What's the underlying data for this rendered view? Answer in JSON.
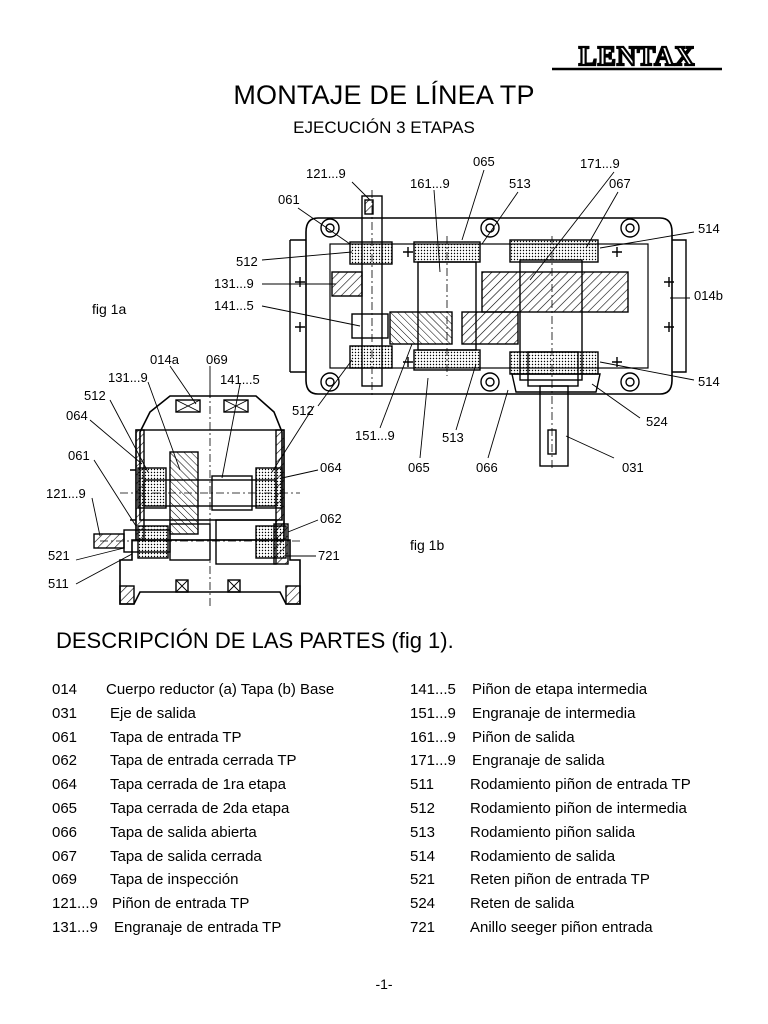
{
  "brand": "LENTAX",
  "title": "MONTAJE DE LÍNEA TP",
  "subtitle": "EJECUCIÓN  3 ETAPAS",
  "figures": {
    "fig1a": "fig 1a",
    "fig1b": "fig 1b"
  },
  "callouts_1b": [
    "121...9",
    "065",
    "171...9",
    "161...9",
    "513",
    "067",
    "061",
    "514",
    "512",
    "131...9",
    "141...5",
    "014b",
    "514",
    "512",
    "524",
    "151...9",
    "513",
    "065",
    "066",
    "031"
  ],
  "callouts_1a": [
    "014a",
    "069",
    "131...9",
    "141...5",
    "512",
    "064",
    "061",
    "121...9",
    "521",
    "511",
    "512",
    "064",
    "062",
    "721"
  ],
  "section_title": "DESCRIPCIÓN  DE LAS  PARTES (fig 1).",
  "parts_left": [
    {
      "code": "014",
      "desc": "Cuerpo reductor (a) Tapa  (b) Base"
    },
    {
      "code": "031",
      "desc": "Eje de salida"
    },
    {
      "code": "061",
      "desc": "Tapa de entrada TP"
    },
    {
      "code": "062",
      "desc": "Tapa de entrada cerrada TP"
    },
    {
      "code": "064",
      "desc": "Tapa cerrada de 1ra etapa"
    },
    {
      "code": "065",
      "desc": "Tapa cerrada de 2da etapa"
    },
    {
      "code": "066",
      "desc": "Tapa de salida abierta"
    },
    {
      "code": "067",
      "desc": "Tapa de salida cerrada"
    },
    {
      "code": "069",
      "desc": "Tapa de inspección"
    },
    {
      "code": "121...9",
      "desc": "Piñon de entrada TP"
    },
    {
      "code": "131...9",
      "desc": "Engranaje de entrada TP"
    }
  ],
  "parts_right": [
    {
      "code": "141...5",
      "desc": "Piñon de etapa intermedia"
    },
    {
      "code": "151...9",
      "desc": "Engranaje de intermedia"
    },
    {
      "code": "161...9",
      "desc": "Piñon de salida"
    },
    {
      "code": "171...9",
      "desc": "Engranaje de salida"
    },
    {
      "code": "511",
      "desc": "Rodamiento piñon de entrada TP"
    },
    {
      "code": "512",
      "desc": "Rodamiento piñon de intermedia"
    },
    {
      "code": "513",
      "desc": "Rodamiento piñon salida"
    },
    {
      "code": "514",
      "desc": "Rodamiento  de salida"
    },
    {
      "code": "521",
      "desc": "Reten piñon de entrada TP"
    },
    {
      "code": "524",
      "desc": "Reten de salida"
    },
    {
      "code": "721",
      "desc": "Anillo seeger piñon entrada"
    }
  ],
  "page_number": "-1-"
}
